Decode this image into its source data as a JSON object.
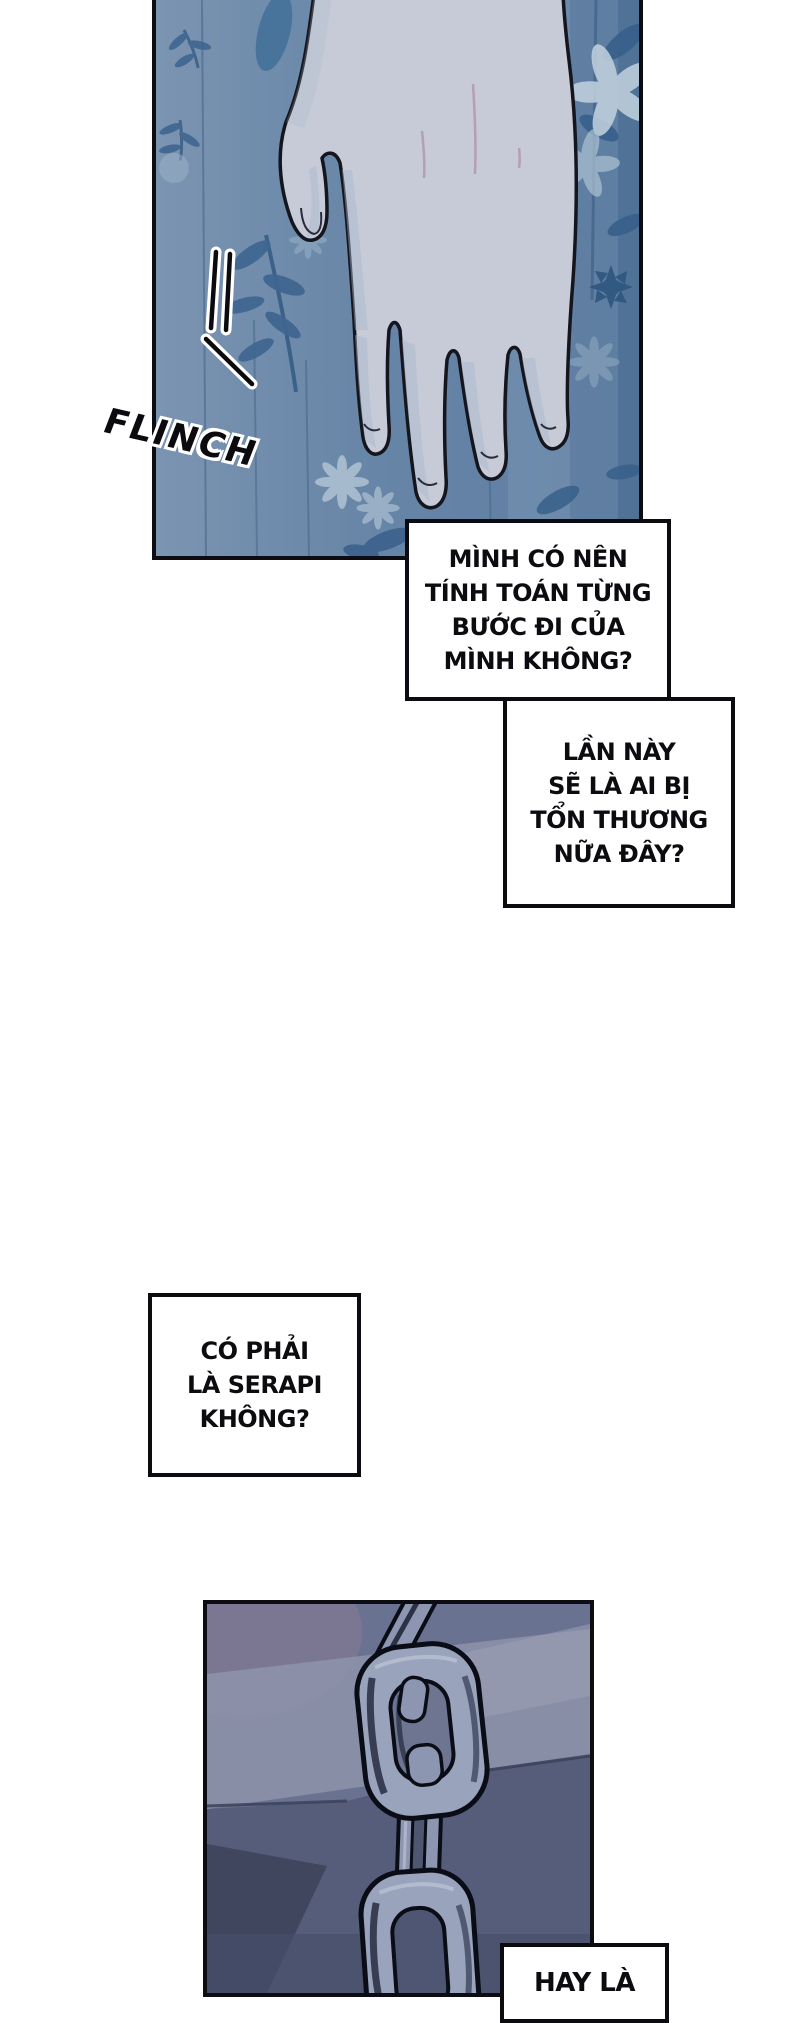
{
  "comic": {
    "sfx_flinch": "FLINCH",
    "captions": {
      "box1": {
        "lines": [
          "MÌNH CÓ NÊN",
          "TÍNH TOÁN TỪNG",
          "BƯỚC ĐI CỦA",
          "MÌNH KHÔNG?"
        ]
      },
      "box2": {
        "lines": [
          "LẦN NÀY",
          "SẼ LÀ AI BỊ",
          "TỔN THƯƠNG",
          "NỮA ĐÂY?"
        ]
      },
      "box3": {
        "lines": [
          "CÓ PHẢI",
          "LÀ SERAPI",
          "KHÔNG?"
        ]
      },
      "box4": {
        "lines": [
          "HAY LÀ"
        ]
      }
    },
    "colors": {
      "page_background": "#ffffff",
      "panel_border": "#0c0c12",
      "curtain_blue": "#6886a8",
      "curtain_flower_dark": "#3f6690",
      "curtain_flower_light": "#c3d3df",
      "hand_skin": "#c7cbd7",
      "hand_shadow": "#a9b7cb",
      "wall_purple": "#6a7292",
      "wall_light_band": "#8e93aa",
      "wall_shadow": "#3b4259",
      "chain_metal": "#8c96b1",
      "outline_black": "#0a0c16"
    }
  }
}
